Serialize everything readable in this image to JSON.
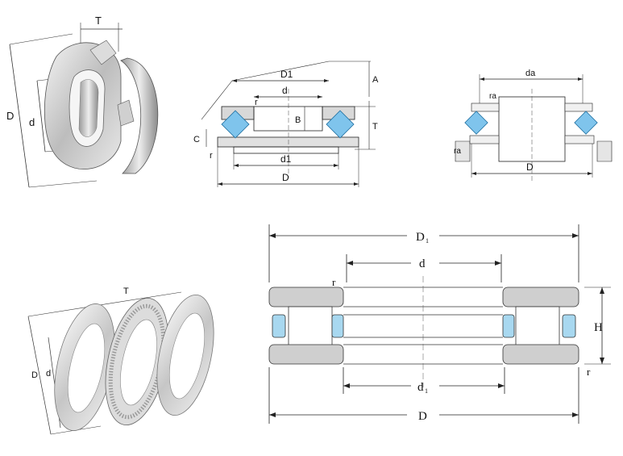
{
  "panel_iso_spherical": {
    "label_T": "T",
    "label_D": "D",
    "label_d": "d"
  },
  "panel_section_spherical": {
    "label_D1": "D1",
    "label_d": "d",
    "label_r_top": "r",
    "label_B": "B",
    "label_A": "A",
    "label_T": "T",
    "label_C": "C",
    "label_r_bottom": "r",
    "label_d1": "d1",
    "label_D": "D"
  },
  "panel_mounting": {
    "label_da": "da",
    "label_ra": "ra",
    "label_ra_low": "ra",
    "label_D": "D"
  },
  "panel_iso_needle": {
    "label_T": "T",
    "label_D": "D",
    "label_d": "d"
  },
  "panel_section_needle": {
    "label_D1": "D",
    "label_D1_sub": "1",
    "label_d": "d",
    "label_r_left": "r",
    "label_H": "H",
    "label_r_right": "r",
    "label_d1": "d",
    "label_d1_sub": "1",
    "label_D": "D"
  },
  "colors": {
    "bearing_fill": "#cfcfcf",
    "roller_fill": "#a8d8f0",
    "roller_blue": "#7fc4ec",
    "metal_light": "#e6e6e6",
    "metal_dark": "#8a8a8a",
    "line": "#222222"
  }
}
